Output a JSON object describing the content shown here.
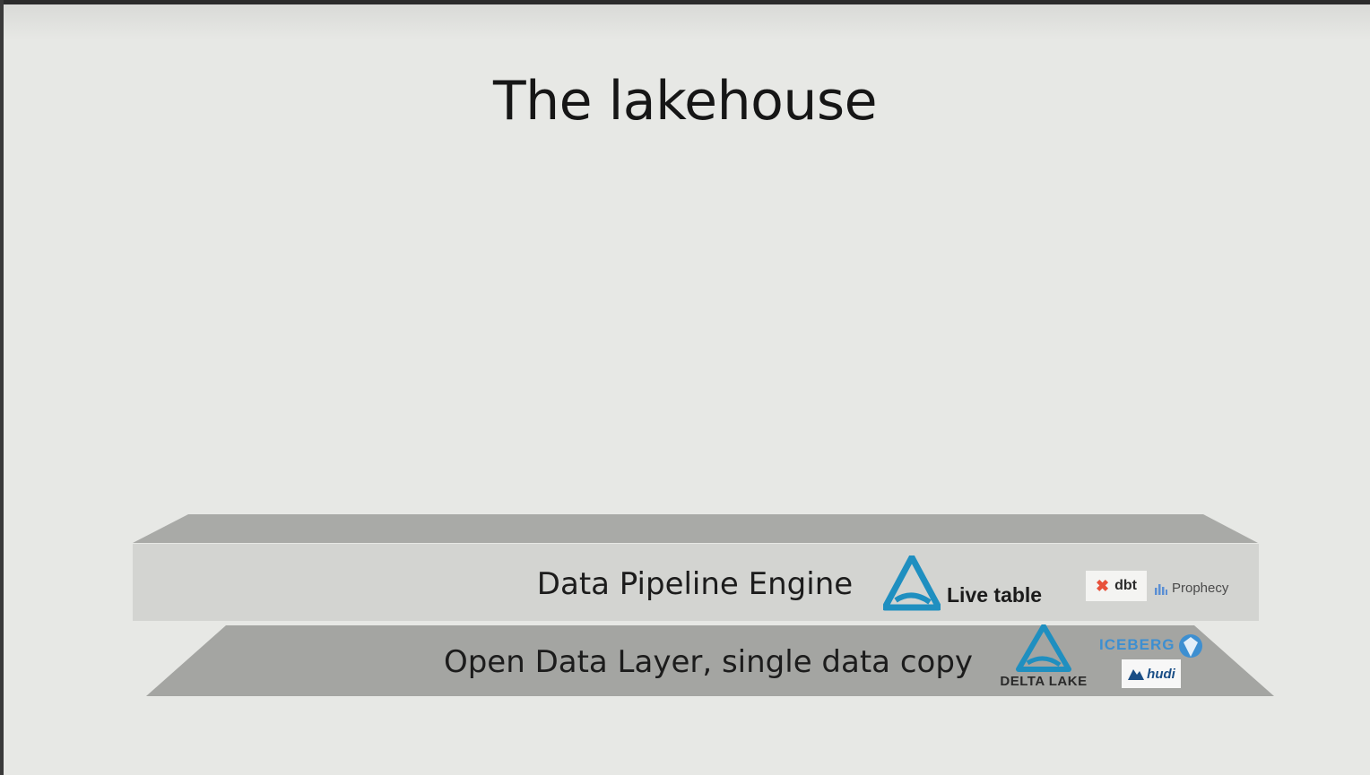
{
  "slide": {
    "title": "The lakehouse"
  },
  "layers": {
    "pipeline": {
      "label": "Data Pipeline Engine",
      "live_table_label": "Live table",
      "dbt_label": "dbt",
      "prophecy_label": "Prophecy"
    },
    "open_data": {
      "label": "Open Data Layer, single data copy",
      "delta_lake_label": "DELTA LAKE",
      "iceberg_label": "ICEBERG",
      "hudi_label": "hudi"
    }
  },
  "colors": {
    "background": "#e7e8e5",
    "pipeline_front": "#d3d4d1",
    "pipeline_top": "#a9aaa7",
    "open_layer": "#a4a5a2",
    "delta_blue": "#1f8fc0"
  }
}
